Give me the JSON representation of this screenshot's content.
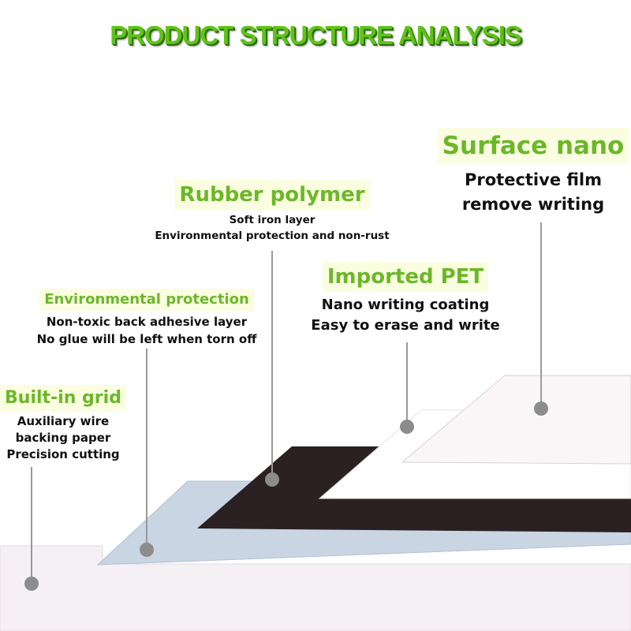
{
  "title": "PRODUCT STRUCTURE ANALYSIS",
  "layers": [
    {
      "heading": "Surface nano",
      "lines": [
        "Protective film",
        "remove writing"
      ]
    },
    {
      "heading": "Rubber polymer",
      "lines": [
        "Soft iron layer",
        "Environmental protection and non-rust"
      ]
    },
    {
      "heading": "Imported PET",
      "lines": [
        "Nano writing coating",
        "Easy to erase and write"
      ]
    },
    {
      "heading": "Environmental protection",
      "lines": [
        "Non-toxic back adhesive layer",
        "No glue will be left when torn off"
      ]
    },
    {
      "heading": "Built-in grid",
      "lines": [
        "Auxiliary wire",
        "backing paper",
        "Precision cutting"
      ]
    }
  ],
  "colors": {
    "accent": "#6bb82a",
    "title": "#5fc416",
    "rubber": "#2b2122",
    "adhesive": "#c8d4e0"
  }
}
